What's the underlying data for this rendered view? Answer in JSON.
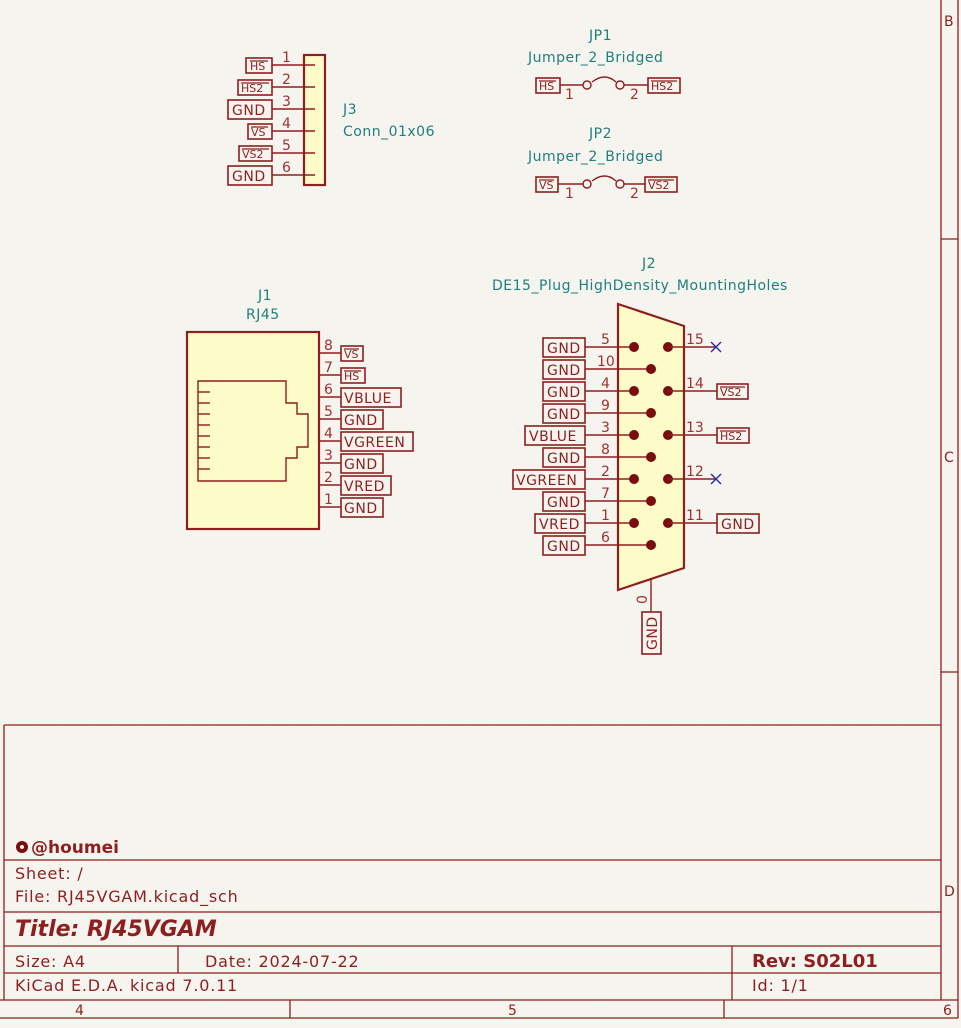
{
  "app": "KiCad Schematic Editor",
  "colors": {
    "background": "#f5f4ef",
    "wire": "#8e1f1f",
    "symbol_fill": "#fdfbc7",
    "reference_text": "#1f7f7f",
    "no_connect": "#2a2ea0"
  },
  "border": {
    "zones_right": [
      "B",
      "C",
      "D"
    ],
    "zones_bottom": [
      "4",
      "5",
      "6"
    ]
  },
  "components": {
    "J3": {
      "reference": "J3",
      "value": "Conn_01x06",
      "pins": [
        {
          "num": "1",
          "net": "HS",
          "overbar": true
        },
        {
          "num": "2",
          "net": "HS2",
          "overbar": true
        },
        {
          "num": "3",
          "net": "GND",
          "overbar": false
        },
        {
          "num": "4",
          "net": "VS",
          "overbar": true
        },
        {
          "num": "5",
          "net": "VS2",
          "overbar": true
        },
        {
          "num": "6",
          "net": "GND",
          "overbar": false
        }
      ]
    },
    "JP1": {
      "reference": "JP1",
      "value": "Jumper_2_Bridged",
      "pin1_num": "1",
      "pin2_num": "2",
      "left_net": "HS",
      "right_net": "HS2"
    },
    "JP2": {
      "reference": "JP2",
      "value": "Jumper_2_Bridged",
      "pin1_num": "1",
      "pin2_num": "2",
      "left_net": "VS",
      "right_net": "VS2"
    },
    "J1": {
      "reference": "J1",
      "value": "RJ45",
      "pins": [
        {
          "num": "8",
          "net": "VS",
          "overbar": true
        },
        {
          "num": "7",
          "net": "HS",
          "overbar": true
        },
        {
          "num": "6",
          "net": "VBLUE",
          "overbar": false
        },
        {
          "num": "5",
          "net": "GND",
          "overbar": false
        },
        {
          "num": "4",
          "net": "VGREEN",
          "overbar": false
        },
        {
          "num": "3",
          "net": "GND",
          "overbar": false
        },
        {
          "num": "2",
          "net": "VRED",
          "overbar": false
        },
        {
          "num": "1",
          "net": "GND",
          "overbar": false
        }
      ]
    },
    "J2": {
      "reference": "J2",
      "value": "DE15_Plug_HighDensity_MountingHoles",
      "left_pins": [
        {
          "num": "5",
          "net": "GND"
        },
        {
          "num": "10",
          "net": "GND"
        },
        {
          "num": "4",
          "net": "GND"
        },
        {
          "num": "9",
          "net": "GND"
        },
        {
          "num": "3",
          "net": "VBLUE"
        },
        {
          "num": "8",
          "net": "GND"
        },
        {
          "num": "2",
          "net": "VGREEN"
        },
        {
          "num": "7",
          "net": "GND"
        },
        {
          "num": "1",
          "net": "VRED"
        },
        {
          "num": "6",
          "net": "GND"
        }
      ],
      "right_pins": [
        {
          "num": "15",
          "net": null,
          "no_connect": true
        },
        {
          "num": "14",
          "net": "VS2",
          "overbar": true
        },
        {
          "num": "13",
          "net": "HS2",
          "overbar": true
        },
        {
          "num": "12",
          "net": null,
          "no_connect": true
        },
        {
          "num": "11",
          "net": "GND",
          "overbar": false
        }
      ],
      "shield_pin": {
        "num": "0",
        "net": "GND"
      }
    }
  },
  "title_block": {
    "company": "@houmei",
    "sheet": "Sheet: /",
    "file": "File: RJ45VGAM.kicad_sch",
    "title": "Title:  RJ45VGAM",
    "size": "Size: A4",
    "date": "Date: 2024-07-22",
    "rev": "Rev: S02L01",
    "tool": "KiCad E.D.A.  kicad 7.0.11",
    "id": "Id: 1/1"
  }
}
